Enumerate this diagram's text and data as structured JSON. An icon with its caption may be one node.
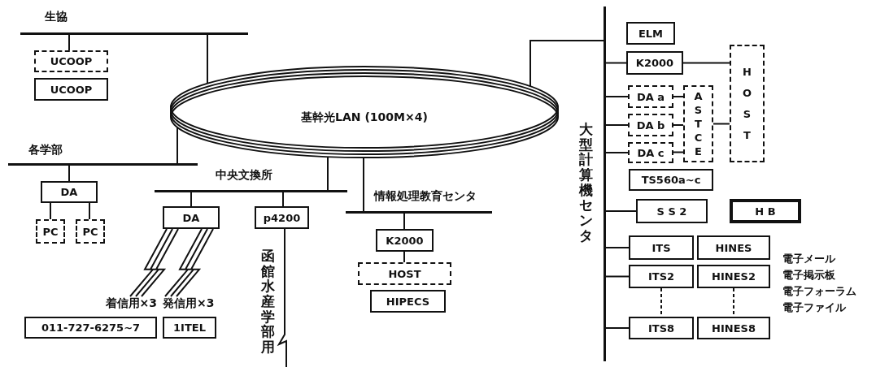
{
  "diagram": {
    "nodes": [
      {
        "text": [
          "基幹光LAN (100M×4)"
        ]
      },
      {
        "text": [
          "生協"
        ]
      },
      {
        "text": [
          "UCOOP"
        ]
      },
      {
        "text": [
          "UCOOP"
        ]
      },
      {
        "text": [
          "各学部"
        ]
      },
      {
        "text": [
          "DA"
        ]
      },
      {
        "text": [
          "PC"
        ]
      },
      {
        "text": [
          "PC"
        ]
      },
      {
        "text": [
          "中央文換所"
        ]
      },
      {
        "text": [
          "DA"
        ]
      },
      {
        "text": [
          "011-727-6275~7"
        ],
        "beside": [
          "着信用×3"
        ]
      },
      {
        "text": [
          "1ITEL"
        ],
        "beside": [
          "発信用×3"
        ]
      },
      {
        "text": [
          "p4200"
        ]
      },
      {
        "text": [
          "情報処理教育センタ"
        ]
      },
      {
        "text": [
          "K2000"
        ]
      },
      {
        "text": [
          "HOST"
        ]
      },
      {
        "text": [
          "HIPECS"
        ]
      },
      {
        "text": [
          "大型計算機センタ"
        ]
      },
      {
        "text": [
          "ELM"
        ]
      },
      {
        "text": [
          "K2000"
        ]
      },
      {
        "text": [
          "HOST"
        ]
      },
      {
        "text": [
          "DA a"
        ]
      },
      {
        "text": [
          "DA b"
        ]
      },
      {
        "text": [
          "DA c"
        ]
      },
      {
        "text": [
          "ASTCE"
        ]
      },
      {
        "text": [
          "TS560a~c"
        ]
      },
      {
        "text": [
          "S S 2"
        ]
      },
      {
        "text": [
          "H B"
        ]
      },
      {
        "text": [
          "ITS"
        ]
      },
      {
        "text": [
          "ITS2"
        ]
      },
      {
        "text": [
          "ITS8"
        ]
      },
      {
        "text": [
          "HINES"
        ]
      },
      {
        "text": [
          "HINES2"
        ]
      },
      {
        "text": [
          "HINES8"
        ]
      }
    ],
    "edges": [
      {
        "from": 1,
        "to": 0,
        "arrow": "none"
      },
      {
        "from": 4,
        "to": 0,
        "arrow": "none"
      },
      {
        "from": 8,
        "to": 0,
        "arrow": "none"
      },
      {
        "from": 13,
        "to": 0,
        "arrow": "none"
      },
      {
        "from": 17,
        "to": 0,
        "arrow": "none"
      },
      {
        "from": 1,
        "to": 2,
        "arrow": "none"
      },
      {
        "from": 4,
        "to": 5,
        "arrow": "none"
      },
      {
        "from": 5,
        "to": 6,
        "arrow": "none"
      },
      {
        "from": 5,
        "to": 7,
        "arrow": "none"
      },
      {
        "from": 8,
        "to": 9,
        "arrow": "none"
      },
      {
        "from": 8,
        "to": 12,
        "arrow": "none"
      },
      {
        "from": 9,
        "to": 10,
        "arrow": "none"
      },
      {
        "from": 9,
        "to": 11,
        "arrow": "none"
      },
      {
        "from": 12,
        "to": null,
        "arrow": "none"
      },
      {
        "from": 13,
        "to": 14,
        "arrow": "none"
      },
      {
        "from": 14,
        "to": 15,
        "arrow": "none"
      },
      {
        "from": 17,
        "to": 19,
        "arrow": "none"
      },
      {
        "from": 19,
        "to": 20,
        "arrow": "none"
      },
      {
        "from": 17,
        "to": 21,
        "arrow": "none"
      },
      {
        "from": 17,
        "to": 22,
        "arrow": "none"
      },
      {
        "from": 17,
        "to": 23,
        "arrow": "none"
      },
      {
        "from": 21,
        "to": 24,
        "arrow": "none"
      },
      {
        "from": 22,
        "to": 24,
        "arrow": "none"
      },
      {
        "from": 23,
        "to": 24,
        "arrow": "none"
      },
      {
        "from": 24,
        "to": 20,
        "arrow": "none"
      },
      {
        "from": 17,
        "to": 26,
        "arrow": "none"
      },
      {
        "from": 17,
        "to": 28,
        "arrow": "none"
      },
      {
        "from": 17,
        "to": 29,
        "arrow": "none"
      },
      {
        "from": 17,
        "to": 30,
        "arrow": "none"
      },
      {
        "from": 29,
        "to": 30,
        "arrow": "none",
        "style": "dashed"
      },
      {
        "from": 32,
        "to": 33,
        "arrow": "none",
        "style": "dashed"
      }
    ],
    "labels": [
      "函館水産学部用",
      "電子メール",
      "電子掲示板",
      "電子フォーラム",
      "電子ファイル"
    ]
  }
}
